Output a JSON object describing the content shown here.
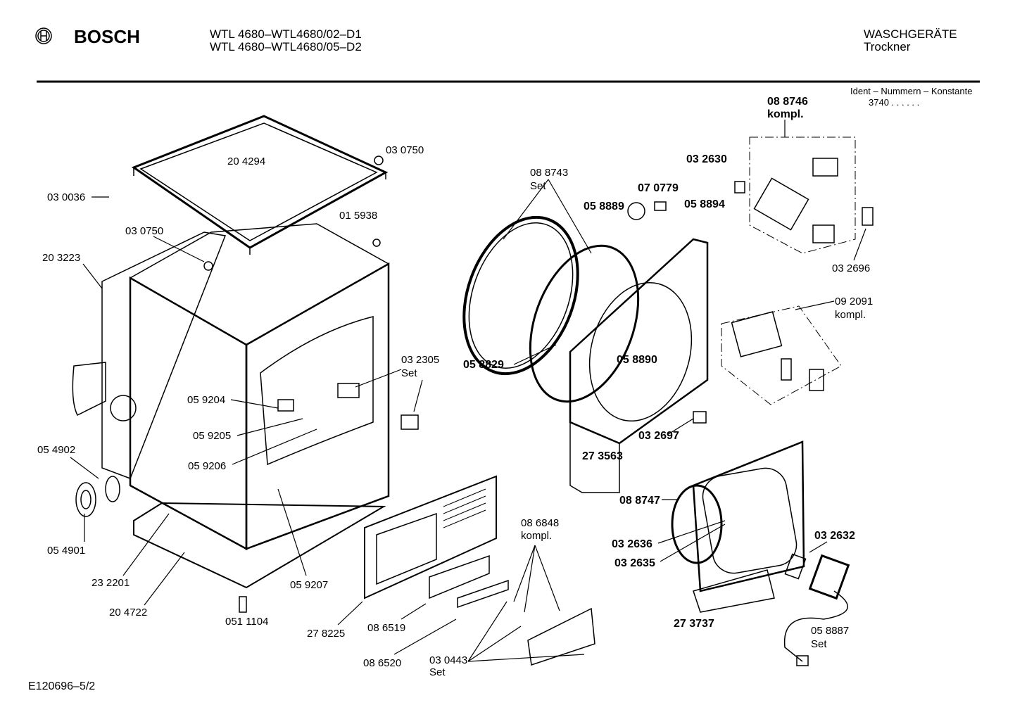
{
  "header": {
    "brand": "BOSCH",
    "models": [
      "WTL 4680–WTL4680/02–D1",
      "WTL 4680–WTL4680/05–D2"
    ],
    "category": "WASCHGERÄTE",
    "subcategory": "Trockner",
    "ident_label": "Ident – Nummern – Konstante",
    "ident_value": "3740 . .   . . . ."
  },
  "parts": [
    {
      "num": "20 4294"
    },
    {
      "num": "03 0750"
    },
    {
      "num": "03 0036"
    },
    {
      "num": "01 5938"
    },
    {
      "num": "03 0750"
    },
    {
      "num": "20 3223"
    },
    {
      "num": "08 8743",
      "note": "Set"
    },
    {
      "num": "03 2630"
    },
    {
      "num": "07 0779"
    },
    {
      "num": "05 8889"
    },
    {
      "num": "05 8894"
    },
    {
      "num": "08 8746",
      "note": "kompl."
    },
    {
      "num": "03 2696"
    },
    {
      "num": "09 2091",
      "note": "kompl."
    },
    {
      "num": "03 2305",
      "note": "Set"
    },
    {
      "num": "05 8829"
    },
    {
      "num": "05 8890"
    },
    {
      "num": "05 9204"
    },
    {
      "num": "05 9205"
    },
    {
      "num": "05 9206"
    },
    {
      "num": "05 4902"
    },
    {
      "num": "03 2697"
    },
    {
      "num": "27 3563"
    },
    {
      "num": "08 8747"
    },
    {
      "num": "05 4901"
    },
    {
      "num": "08 6848",
      "note": "kompl."
    },
    {
      "num": "03 2636"
    },
    {
      "num": "03 2632"
    },
    {
      "num": "03 2635"
    },
    {
      "num": "23 2201"
    },
    {
      "num": "05 9207"
    },
    {
      "num": "20 4722"
    },
    {
      "num": "051 1104"
    },
    {
      "num": "27 3737"
    },
    {
      "num": "27 8225"
    },
    {
      "num": "08 6519"
    },
    {
      "num": "05 8887",
      "note": "Set"
    },
    {
      "num": "08 6520"
    },
    {
      "num": "03 0443",
      "note": "Set"
    }
  ],
  "footer": {
    "drawing_id": "E120696–5/2"
  }
}
